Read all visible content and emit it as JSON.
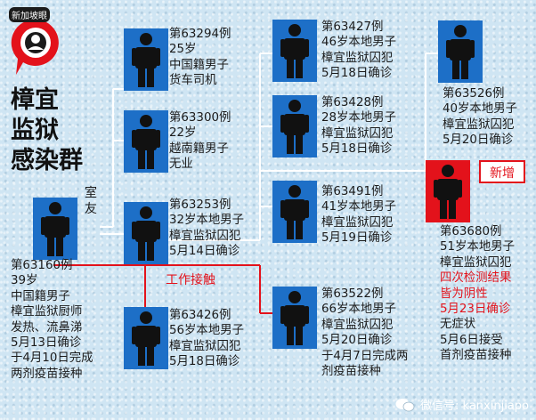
{
  "logo": {
    "text": "新加坡眼",
    "icon": "magnifier-person-icon"
  },
  "title": {
    "line1": "樟宜",
    "line2": "监狱",
    "line3": "感染群"
  },
  "labels": {
    "roommate_1": "室",
    "roommate_2": "友",
    "work_contact": "工作接触",
    "new_badge": "新增"
  },
  "cases": {
    "c63160": {
      "lines": [
        "第63160例",
        "39岁",
        "中国籍男子",
        "樟宜监狱厨师",
        "发热、流鼻涕",
        "5月13日确诊",
        "于4月10日完成",
        "两剂疫苗接种"
      ]
    },
    "c63294": {
      "lines": [
        "第63294例",
        "25岁",
        "中国籍男子",
        "货车司机"
      ]
    },
    "c63300": {
      "lines": [
        "第63300例",
        "22岁",
        "越南籍男子",
        "无业"
      ]
    },
    "c63253": {
      "lines": [
        "第63253例",
        "32岁本地男子",
        "樟宜监狱囚犯",
        "5月14日确诊"
      ]
    },
    "c63426": {
      "lines": [
        "第63426例",
        "56岁本地男子",
        "樟宜监狱囚犯",
        "5月18日确诊"
      ]
    },
    "c63427": {
      "lines": [
        "第63427例",
        "46岁本地男子",
        "樟宜监狱囚犯",
        "5月18日确诊"
      ]
    },
    "c63428": {
      "lines": [
        "第63428例",
        "28岁本地男子",
        "樟宜监狱囚犯",
        "5月18日确诊"
      ]
    },
    "c63491": {
      "lines": [
        "第63491例",
        "41岁本地男子",
        "樟宜监狱囚犯",
        "5月19日确诊"
      ]
    },
    "c63522": {
      "lines": [
        "第63522例",
        "66岁本地男子",
        "樟宜监狱囚犯",
        "5月20日确诊",
        "于4月7日完成两",
        "剂疫苗接种"
      ]
    },
    "c63526": {
      "lines": [
        "第63526例",
        "40岁本地男子",
        "樟宜监狱囚犯",
        "5月20日确诊"
      ]
    },
    "c63680": {
      "lines_black": [
        "第63680例",
        "51岁本地男子",
        "樟宜监狱囚犯"
      ],
      "lines_red": [
        "四次检测结果",
        "皆为阴性"
      ],
      "lines_tail": [
        "5月23日确诊",
        "无症状",
        "5月6日接受",
        "首剂疫苗接种"
      ]
    }
  },
  "watermark": {
    "text": "微信号: kanxinjiapo",
    "icon": "wechat-icon"
  },
  "colors": {
    "box": "#1d6fc7",
    "new_box": "#e3121b",
    "line": "#ffffff",
    "work_line": "#e3121b",
    "accent": "#e3121b"
  }
}
